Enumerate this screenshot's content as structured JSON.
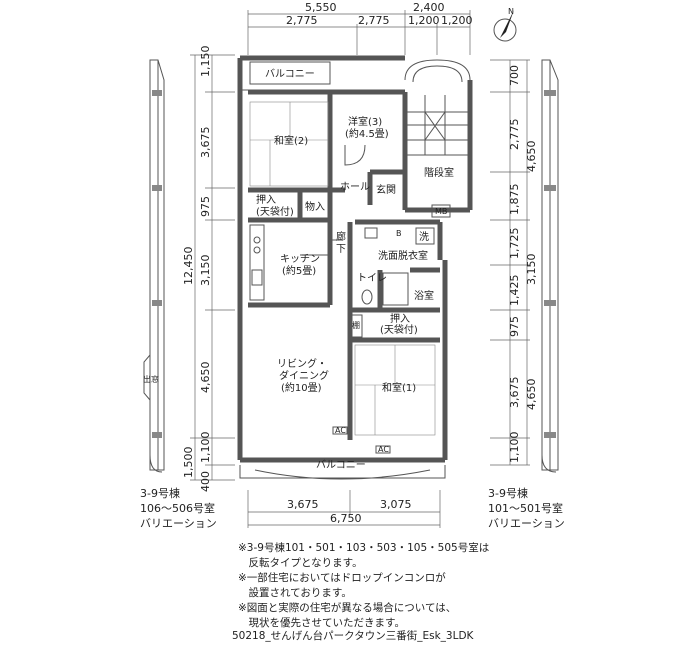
{
  "dims": {
    "top_total": "5,550",
    "top_right_total": "2,400",
    "top_a": "2,775",
    "top_b": "2,775",
    "top_c": "1,200",
    "top_d": "1,200",
    "left_a": "1,150",
    "left_b": "3,675",
    "left_c": "975",
    "left_d": "3,150",
    "left_e": "4,650",
    "left_f": "1,100",
    "left_g": "1,500",
    "left_h": "400",
    "left_total": "12,450",
    "right_a": "700",
    "right_b": "2,775",
    "right_c": "1,875",
    "right_d": "1,725",
    "right_e": "1,425",
    "right_f": "975",
    "right_g": "3,675",
    "right_h": "1,100",
    "right_big1": "4,650",
    "right_big2": "3,150",
    "right_big3": "4,650",
    "bottom_a": "3,675",
    "bottom_b": "3,075",
    "bottom_total": "6,750"
  },
  "rooms": {
    "balcony_top": "バルコニー",
    "washitsu2": "和室(2)",
    "yoshitsu3_a": "洋室(3)",
    "yoshitsu3_b": "(約4.5畳)",
    "hall": "ホール",
    "genkan": "玄関",
    "stairs": "階段室",
    "mb": "MB",
    "oshiire_a": "押入",
    "oshiire_b": "(天袋付)",
    "monoire": "物入",
    "kitchen_a": "キッチン",
    "kitchen_b": "(約5畳)",
    "roka_a": "廊",
    "roka_b": "下",
    "wash": "洗",
    "b_mark": "B",
    "senmen": "洗面脱衣室",
    "toilet": "トイレ",
    "yokushitsu": "浴室",
    "oshiire2_a": "押入",
    "oshiire2_b": "(天袋付)",
    "living_a": "リビング・",
    "living_b": "ダイニング",
    "living_c": "(約10畳)",
    "washitsu1": "和室(1)",
    "ac1": "AC",
    "ac2": "AC",
    "balcony_bottom": "バルコニー",
    "tana": "棚",
    "de": "出窓"
  },
  "side_labels": {
    "left_1": "3-9号棟",
    "left_2": "106～506号室",
    "left_3": "バリエーション",
    "right_1": "3-9号棟",
    "right_2": "101～501号室",
    "right_3": "バリエーション"
  },
  "compass_label": "N",
  "notes": [
    "※3-9号棟101・501・103・503・105・505号室は",
    "　反転タイプとなります。",
    "※一部住宅においてはドロップインコンロが",
    "　設置されております。",
    "※図面と実際の住宅が異なる場合については、",
    "　現状を優先させていただきます。"
  ],
  "footer": "50218_せんげん台パークタウン三番街_Esk_3LDK"
}
